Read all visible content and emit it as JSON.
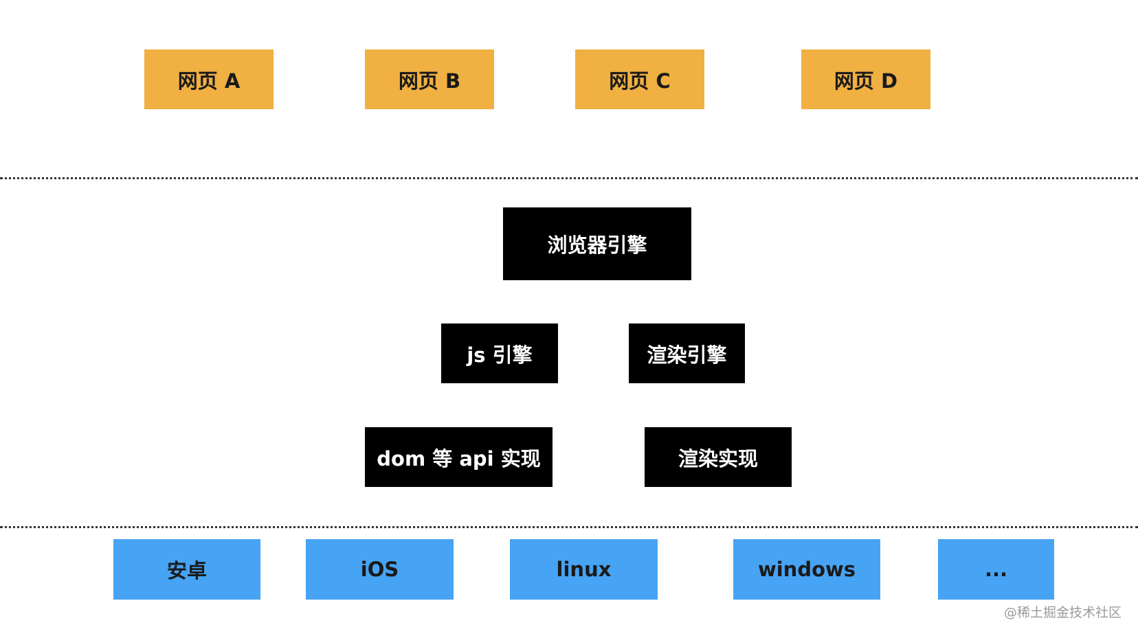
{
  "webpages": [
    "网页 A",
    "网页 B",
    "网页 C",
    "网页 D"
  ],
  "engine": {
    "browser": "浏览器引擎",
    "js": "js 引擎",
    "render": "渲染引擎",
    "dom_api": "dom 等 api 实现",
    "render_impl": "渲染实现"
  },
  "platforms": [
    "安卓",
    "iOS",
    "linux",
    "windows",
    "..."
  ],
  "watermark": "@稀土掘金技术社区",
  "colors": {
    "webpage": "#f0b042",
    "engine": "#000000",
    "platform": "#47a3f3"
  }
}
